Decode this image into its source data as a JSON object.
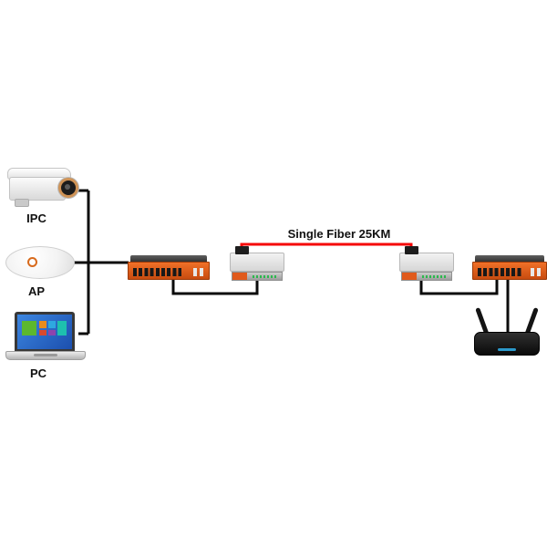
{
  "labels": {
    "ipc": "IPC",
    "ap": "AP",
    "pc": "PC",
    "fiber_link": "Single Fiber 25KM"
  },
  "colors": {
    "wire": "#0b0b0b",
    "fiber": "#f50505",
    "switch_orange": "#e0591c",
    "converter_body": "#dddddd",
    "background": "#ffffff"
  },
  "nodes": {
    "left_endpoints": [
      "ipc-camera",
      "wireless-ap",
      "pc-laptop"
    ],
    "backbone": [
      "ethernet-switch-left",
      "fiber-converter-left",
      "fiber-converter-right",
      "ethernet-switch-right"
    ],
    "right_endpoint": "wireless-router"
  }
}
